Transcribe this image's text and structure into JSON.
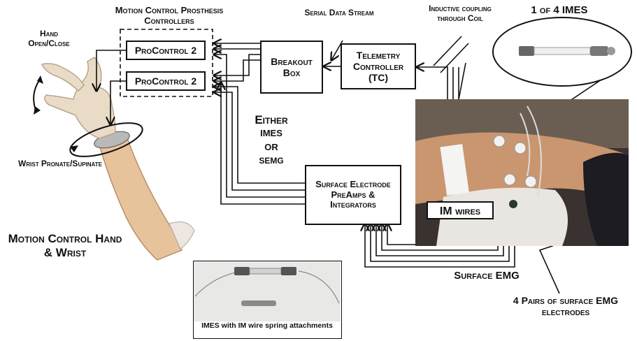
{
  "labels": {
    "motion_control_controllers": "Motion Control Prosthesis Controllers",
    "hand_open_close": "Hand Open/Close",
    "wrist_pronate": "Wrist Pronate/Supinate",
    "motion_control_hand": "Motion Control Hand & Wrist",
    "serial_data": "Serial Data Stream",
    "inductive": "Inductive coupling through Coil",
    "one_of_four": "1 of 4 IMES",
    "either": "Either",
    "imes": "IMES",
    "or": "OR",
    "semg": "SEMG",
    "im_wires": "IM wires",
    "surface_emg": "Surface EMG",
    "four_pairs": "4 Pairs of surface EMG electrodes",
    "imes_caption": "IMES with IM wire spring attachments"
  },
  "boxes": {
    "procontrol_1": "ProControl 2",
    "procontrol_2": "ProControl 2",
    "breakout": "Breakout Box",
    "telemetry": "Telemetry Controller (TC)",
    "preamps": "Surface Electrode PreAmps & Integrators"
  },
  "colors": {
    "line": "#111111",
    "skin": "#e9c9a4",
    "background": "#ffffff"
  }
}
